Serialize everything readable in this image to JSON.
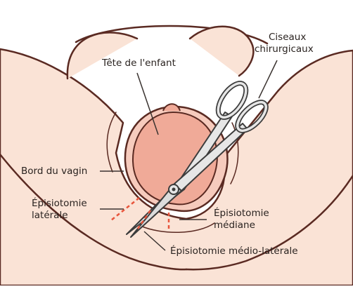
{
  "labels": {
    "head": "Tête de l'enfant",
    "scissors_line1": "Ciseaux",
    "scissors_line2": "chirurgicaux",
    "vaginal_edge": "Bord du vagin",
    "lateral_line1": "Épisiotomie",
    "lateral_line2": "latérale",
    "median_line1": "Épisiotomie",
    "median_line2": "médiane",
    "mediolateral": "Épisiotomie médio-latérale"
  },
  "colors": {
    "skin": "#fae3d6",
    "outline": "#5a2a22",
    "head_fill": "#f0aa98",
    "incision": "#e8553c",
    "scissors_fill": "#e6e6e6",
    "scissors_stroke": "#3c3c3c",
    "leader": "#3a3330"
  }
}
